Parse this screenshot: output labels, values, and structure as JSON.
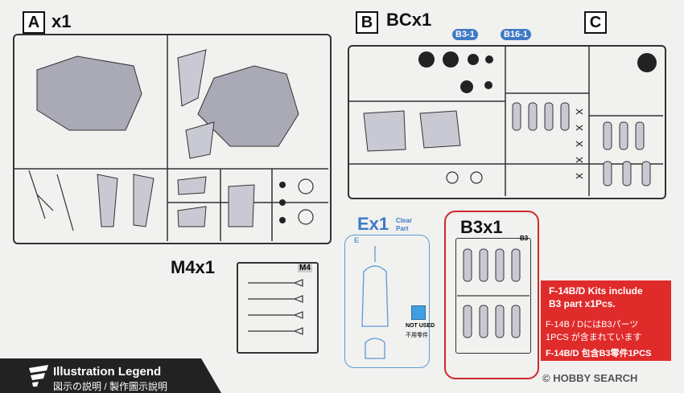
{
  "sprues": {
    "a": {
      "letter": "A",
      "qty": "x1"
    },
    "b": {
      "letter": "B",
      "qty": "BCx1"
    },
    "c": {
      "letter": "C"
    },
    "m4": {
      "qty": "M4x1",
      "inner_tag": "M4"
    },
    "e": {
      "qty": "Ex1",
      "clear_line1": "Clear",
      "clear_line2": "Part",
      "inner_tag": "E",
      "not_used_line1": "NOT USED",
      "not_used_line2": "不用零件"
    },
    "b3": {
      "qty": "B3x1",
      "inner_tag": "B3"
    }
  },
  "tags": {
    "b3_1": "B3-1",
    "b16_1": "B16-1"
  },
  "note": {
    "line1": "F-14B/D Kits include",
    "line2": "B3 part x1Pcs.",
    "line3": "F-14B / DにはB3パーツ",
    "line4": "1PCS が含まれています",
    "line5": "F-14B/D 包含B3零件1PCS"
  },
  "legend": {
    "title": "Illustration Legend",
    "subtitle": "図示の説明 / 製作圖示說明"
  },
  "watermark": {
    "text": "HOBBY SEARCH"
  },
  "colors": {
    "accent_blue": "#3f7ac6",
    "note_red": "#e02b2b",
    "legend_dark": "#222222",
    "clear_blue": "#5b9bd5",
    "red_frame": "#cc2a2a"
  }
}
